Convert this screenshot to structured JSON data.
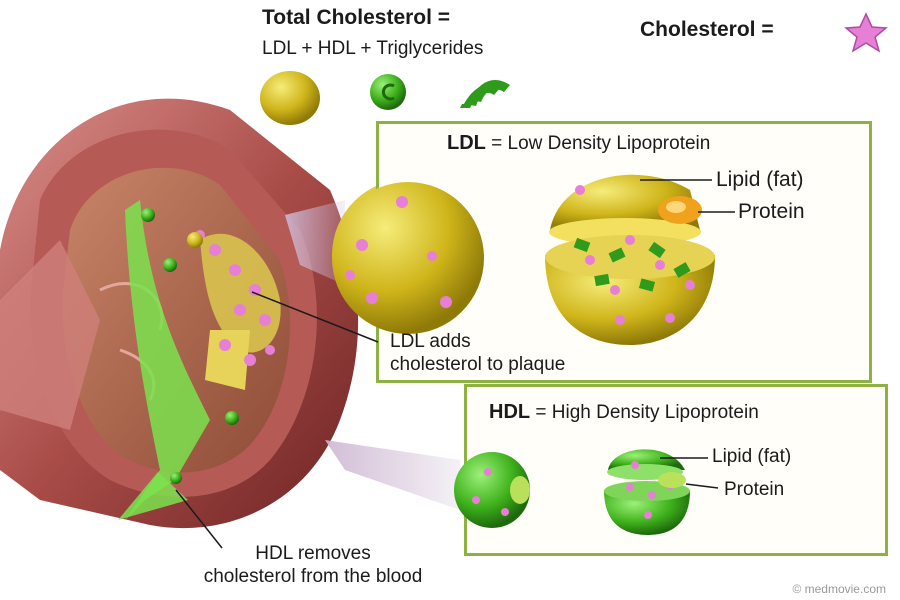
{
  "formula": {
    "title": "Total Cholesterol =",
    "equation": "LDL + HDL + Triglycerides"
  },
  "legend": {
    "cholesterol_label": "Cholesterol =",
    "cholesterol_icon": "pink-star-icon"
  },
  "ldl_panel": {
    "abbr": "LDL",
    "name": "= Low Density Lipoprotein",
    "lipid_label": "Lipid (fat)",
    "protein_label": "Protein"
  },
  "hdl_panel": {
    "abbr": "HDL",
    "name": "= High Density Lipoprotein",
    "lipid_label": "Lipid (fat)",
    "protein_label": "Protein"
  },
  "callouts": {
    "ldl_line1": "LDL adds",
    "ldl_line2": "cholesterol to plaque",
    "hdl_line1": "HDL removes",
    "hdl_line2": "cholesterol from the blood"
  },
  "copyright": "© medmovie.com",
  "colors": {
    "ldl_yellow": "#d9c318",
    "hdl_green": "#3fb21c",
    "cholesterol_pink": "#e77fd6",
    "panel_border": "#8db143",
    "artery_red": "#9e3a3a"
  }
}
